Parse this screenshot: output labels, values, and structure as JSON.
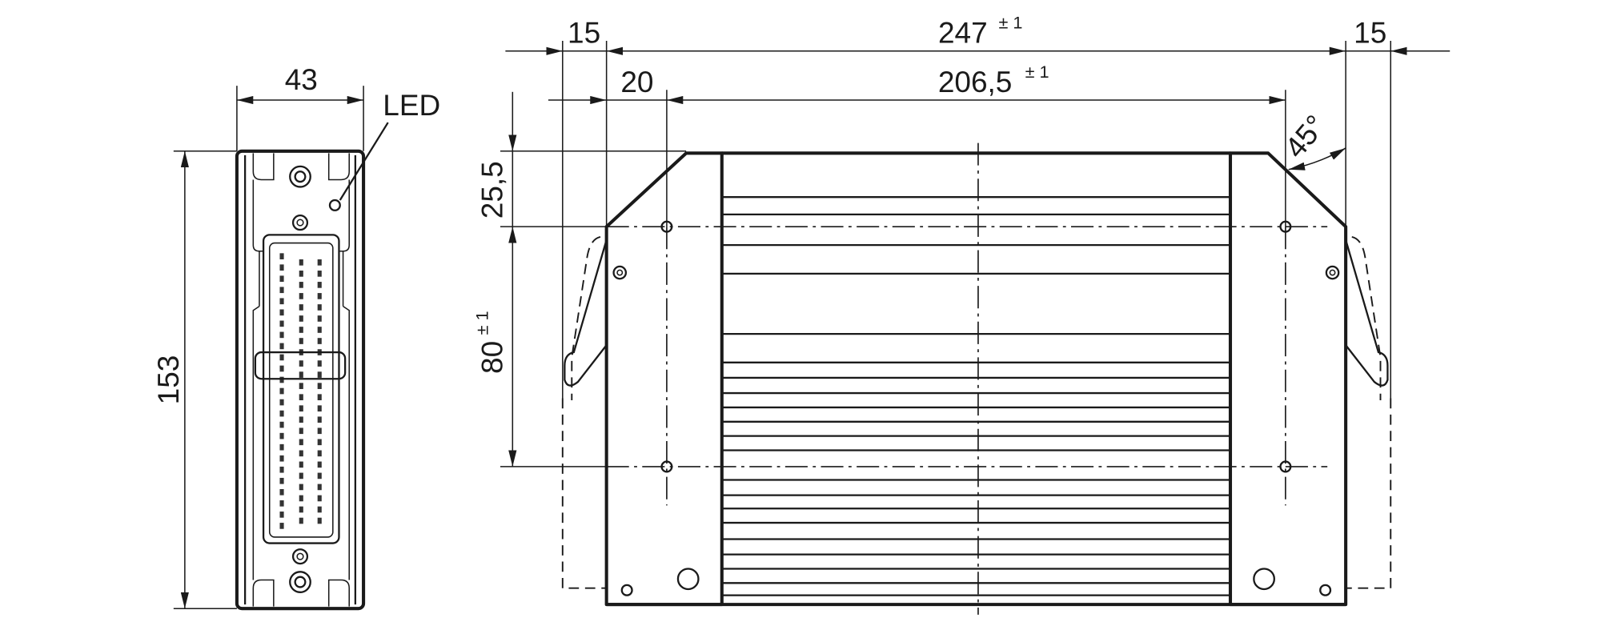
{
  "side_view": {
    "width_label": "43",
    "height_label": "153",
    "led_label": "LED"
  },
  "front_view": {
    "left_offset": "15",
    "overall_width": "247",
    "overall_width_tol": "± 1",
    "right_offset": "15",
    "hole_offset": "20",
    "hole_spacing": "206,5",
    "hole_spacing_tol": "± 1",
    "top_offset": "25,5",
    "hole_vertical": "80",
    "hole_vertical_tol": "± 1",
    "chamfer_angle": "45°"
  },
  "colors": {
    "line": "#1a1a1a",
    "background": "#ffffff"
  }
}
